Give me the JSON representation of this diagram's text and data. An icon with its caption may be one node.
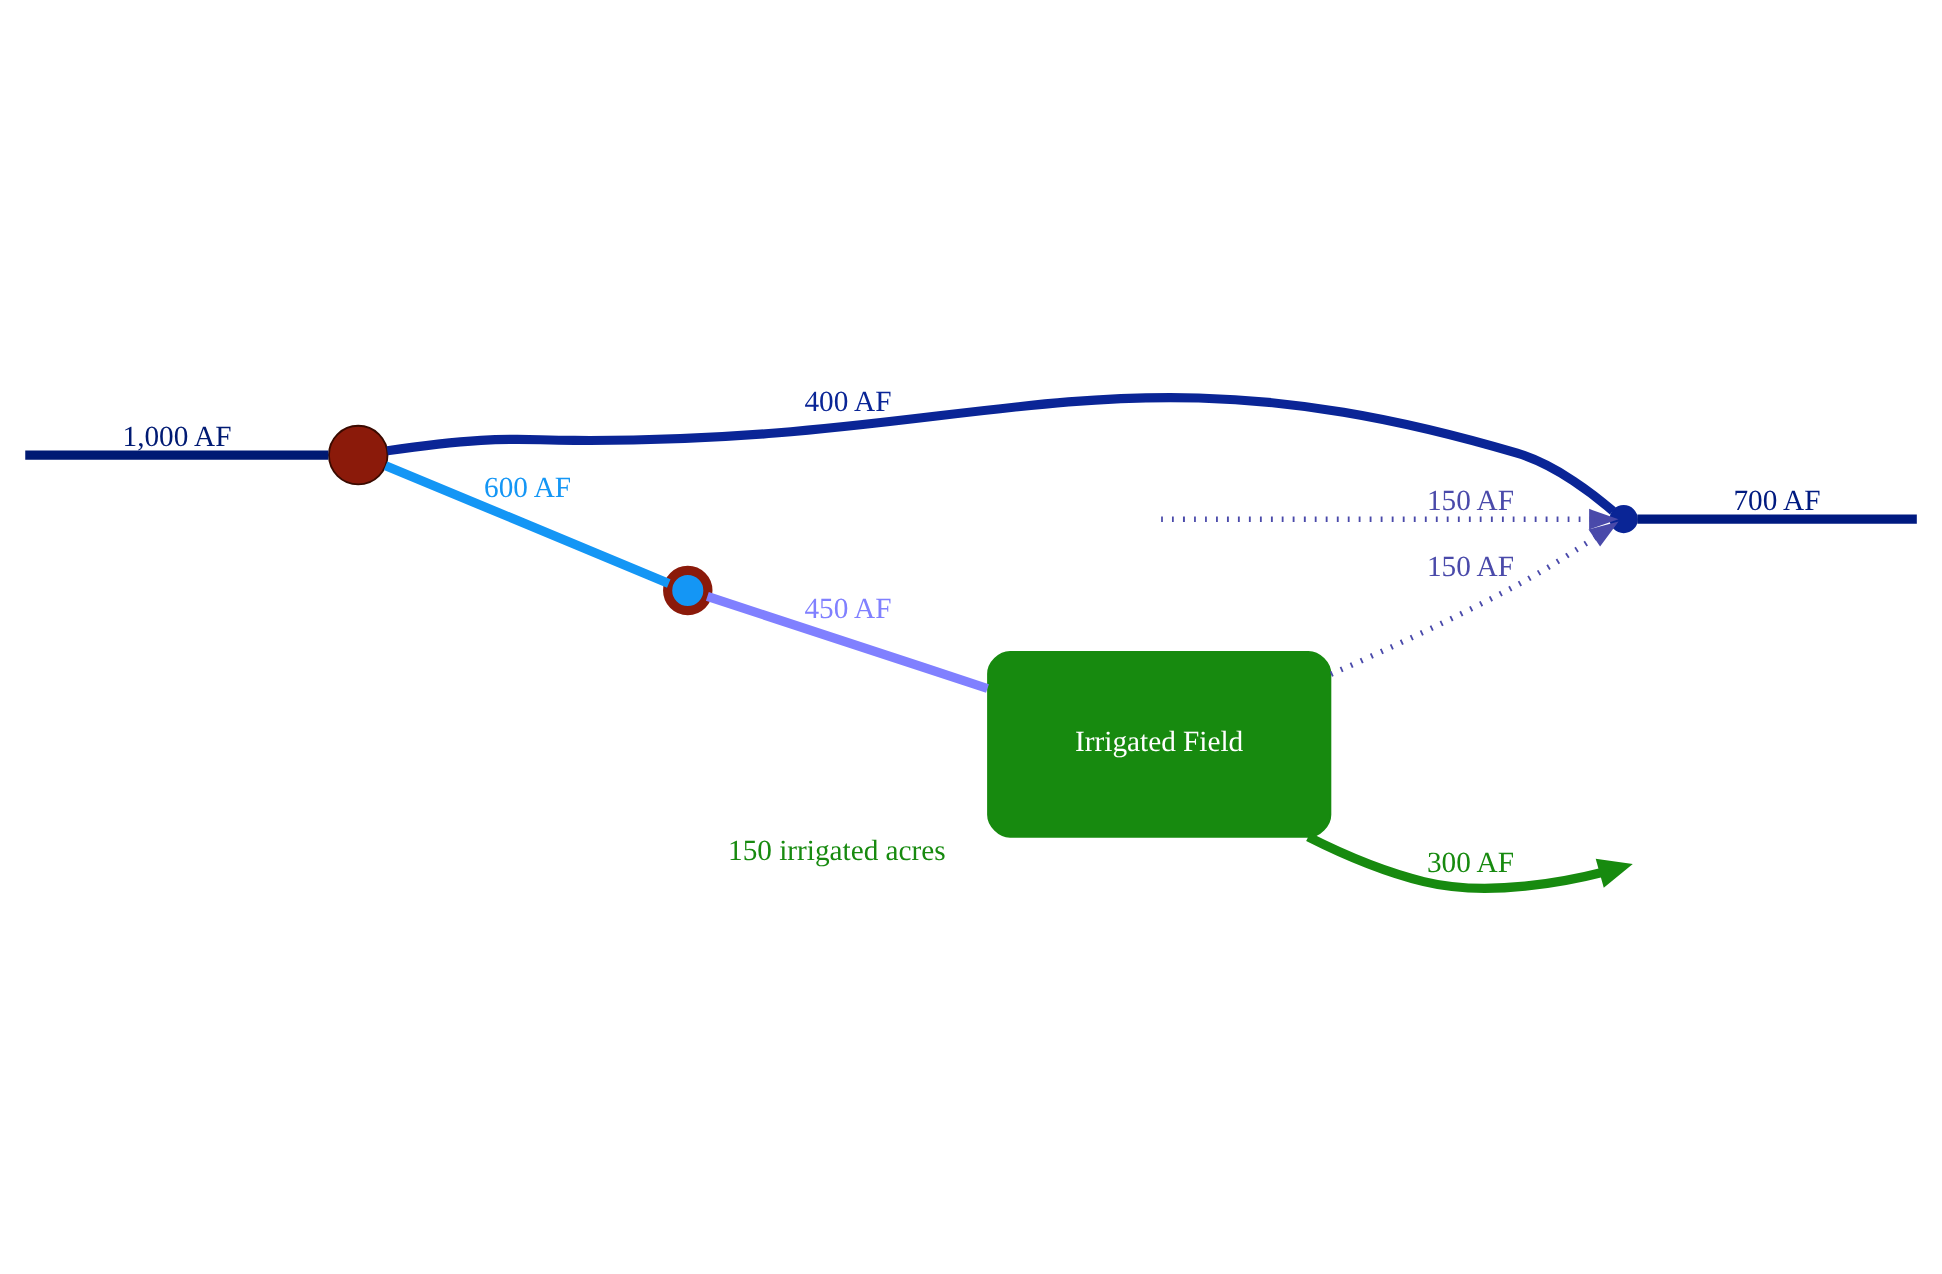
{
  "diagram": {
    "nodes": [
      {
        "text": [],
        "shape": "circle"
      },
      {
        "text": [],
        "shape": "circle"
      },
      {
        "text": [
          "Irrigated Field"
        ],
        "beside": [
          "150 irrigated acres"
        ]
      },
      {
        "text": [],
        "shape": "point"
      }
    ],
    "edges": [
      {
        "from": null,
        "to": 0,
        "arrow": "none",
        "label": "1,000 AF",
        "color": "#001a73"
      },
      {
        "from": 0,
        "to": 1,
        "arrow": "none",
        "label": "600 AF",
        "color": "#1496f5"
      },
      {
        "from": 1,
        "to": 2,
        "arrow": "none",
        "label": "450 AF",
        "color": "#8080ff"
      },
      {
        "from": 2,
        "to": null,
        "arrow": "to",
        "label": "300 AF",
        "color": "#178a0f"
      },
      {
        "from": 0,
        "to": 3,
        "arrow": "none",
        "label": "400 AF",
        "color": "#0a2596"
      },
      {
        "from": null,
        "to": 3,
        "arrow": "to",
        "label": "150 AF",
        "style": "dashed",
        "color": "#4a4aaa"
      },
      {
        "from": 2,
        "to": 3,
        "arrow": "to",
        "label": "150 AF",
        "style": "dashed",
        "color": "#4a4aaa"
      },
      {
        "from": 3,
        "to": null,
        "arrow": "none",
        "label": "700 AF",
        "color": "#001a80"
      }
    ]
  }
}
